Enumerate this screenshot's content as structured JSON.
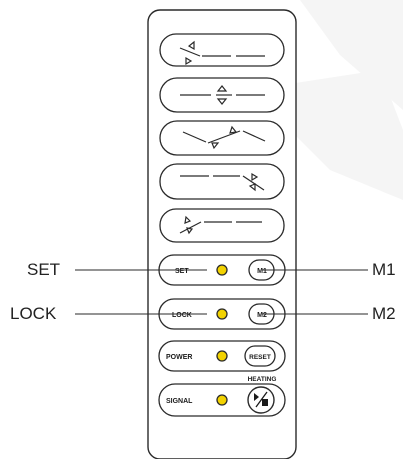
{
  "remote": {
    "motion_buttons": [
      {
        "name": "head-tilt-button",
        "icon": "head-section-tilt-icon"
      },
      {
        "name": "back-raise-button",
        "icon": "back-section-raise-icon"
      },
      {
        "name": "full-bed-raise-button",
        "icon": "bed-raise-lower-icon"
      },
      {
        "name": "foot-tilt-button",
        "icon": "foot-section-tilt-icon"
      },
      {
        "name": "leg-section-button",
        "icon": "leg-section-tilt-icon"
      }
    ],
    "rows": [
      {
        "label": "SET",
        "button": "M1",
        "led_color": "#f2d200"
      },
      {
        "label": "LOCK",
        "button": "M2",
        "led_color": "#f2d200"
      },
      {
        "label": "POWER",
        "button": "RESET",
        "led_color": "#f2d200"
      },
      {
        "label": "SIGNAL",
        "button": "",
        "led_color": "#f2d200",
        "above_label": "HEATING",
        "button_icon": "play-stop-icon"
      }
    ]
  },
  "callouts": {
    "set": "SET",
    "lock": "LOCK",
    "m1": "M1",
    "m2": "M2"
  },
  "colors": {
    "outline": "#2a2a2a",
    "led": "#f2d200",
    "watermark": "#f4f4f4"
  }
}
